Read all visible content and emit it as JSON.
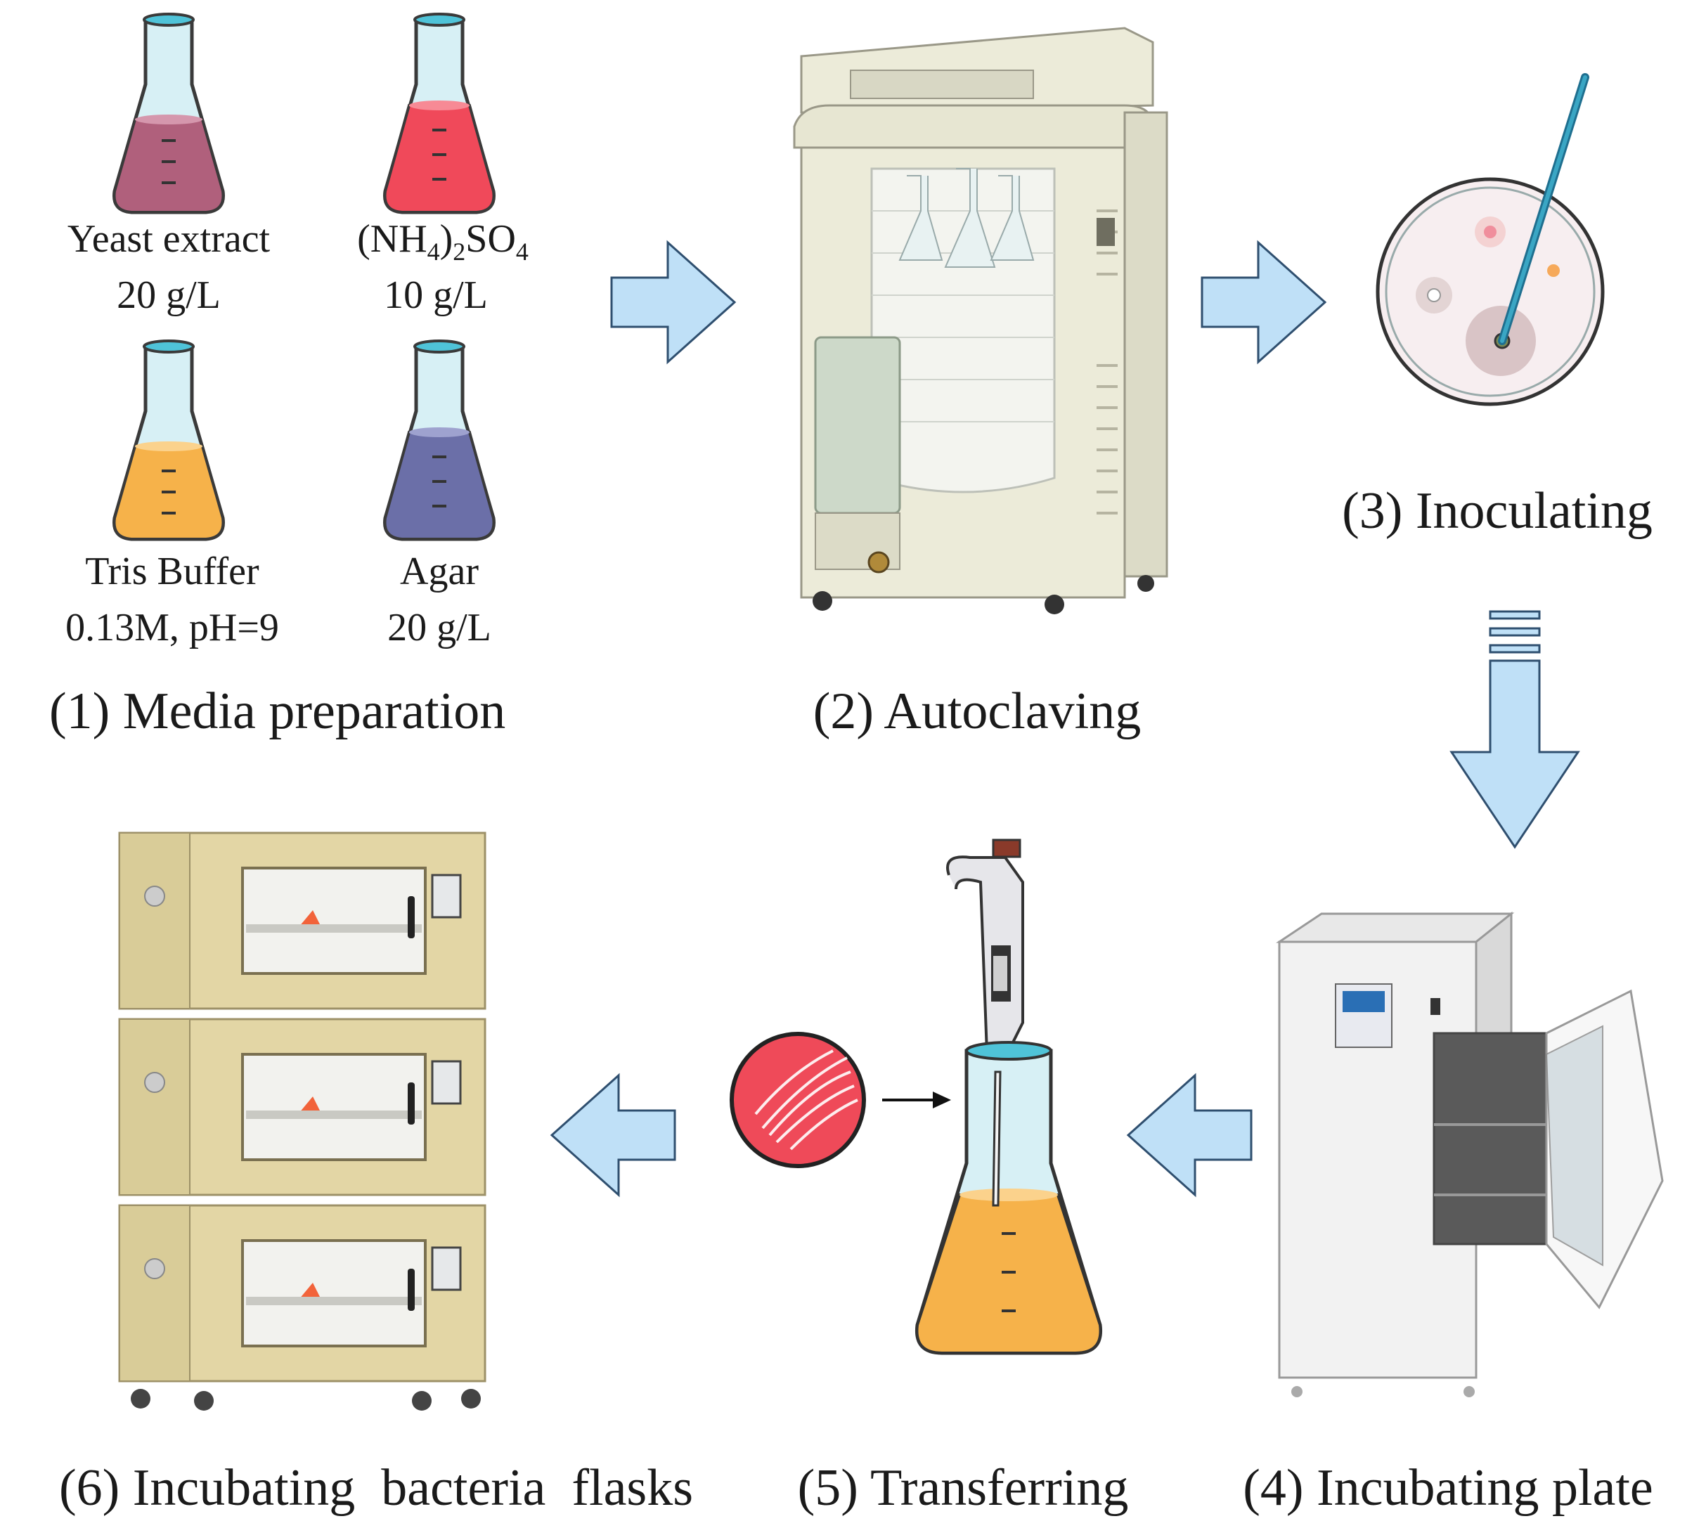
{
  "media": [
    {
      "name": "Yeast extract",
      "amount": "20 g/L",
      "liquid": "#b0607c"
    },
    {
      "name": "(NH",
      "name_sub1": "4",
      "name_mid": ")",
      "name_sub2": "2",
      "name_mid2": "SO",
      "name_sub3": "4",
      "amount": "10 g/L",
      "liquid": "#f0495a"
    },
    {
      "name": "Tris Buffer",
      "amount": "0.13M, pH=9",
      "liquid": "#f6b24a"
    },
    {
      "name": "Agar",
      "amount": "20 g/L",
      "liquid": "#6b6fa8"
    }
  ],
  "steps": {
    "s1": "(1) Media preparation",
    "s2": "(2) Autoclaving",
    "s3": "(3) Inoculating",
    "s4": "(4) Incubating plate",
    "s5": "(5) Transferring",
    "s6": "(6) Incubating  bacteria  flasks"
  },
  "colors": {
    "arrow_fill": "#bfe0f7",
    "arrow_stroke": "#2f4f6f",
    "flask_glass": "#bfe6ee",
    "flask_rim": "#4fc3d8",
    "autoclave_body": "#ecebd9",
    "incubator_body": "#e3d6a5",
    "oven_body": "#f2f2f2",
    "plate_fill": "#f7eef0",
    "streak_plate": "#ef4a59"
  }
}
